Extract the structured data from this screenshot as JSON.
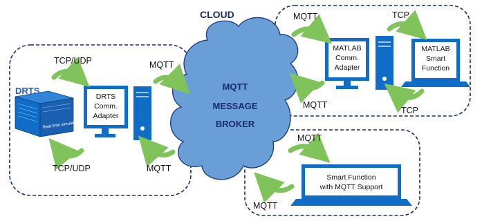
{
  "cloud": {
    "title": "CLOUD",
    "line1": "MQTT",
    "line2": "MESSAGE",
    "line3": "BROKER"
  },
  "left_group": {
    "device_label": "DRTS",
    "device_caption": "Real time simulator",
    "adapter_line1": "DRTS",
    "adapter_line2": "Comm.",
    "adapter_line3": "Adapter",
    "label_top": "TCP/UDP",
    "label_bottom": "TCP/UDP",
    "label_mqtt_top": "MQTT",
    "label_mqtt_bottom": "MQTT"
  },
  "right_top_group": {
    "adapter_line1": "MATLAB",
    "adapter_line2": "Comm.",
    "adapter_line3": "Adapter",
    "smart_line1": "MATLAB",
    "smart_line2": "Smart",
    "smart_line3": "Function",
    "label_mqtt_top": "MQTT",
    "label_mqtt_bottom": "MQTT",
    "label_tcp_top": "TCP",
    "label_tcp_bottom": "TCP"
  },
  "right_bottom_group": {
    "smart_line1": "Smart Function",
    "smart_line2": "with MQTT Support",
    "label_mqtt_top": "MQTT",
    "label_mqtt_bottom": "MQTT"
  },
  "colors": {
    "cloud_fill": "#6a9ed6",
    "cloud_stroke": "#1f3c88",
    "device_blue": "#0f6dc8",
    "arrow_green": "#7fc35a",
    "dashed_border": "#1b2a6b"
  }
}
